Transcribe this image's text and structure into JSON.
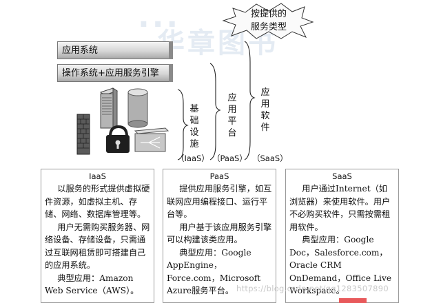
{
  "watermark": {
    "line1": "...",
    "line2": "华章图书"
  },
  "top_label": {
    "line1": "按提供的",
    "line2": "服务类型"
  },
  "layers": {
    "app_system": "应用系统",
    "os_engine": "操作系统+应用服务引擎"
  },
  "vertical_labels": {
    "infra": [
      "基",
      "础",
      "设",
      "施"
    ],
    "platform": [
      "应",
      "用",
      "平",
      "台"
    ],
    "software": [
      "应",
      "用",
      "软",
      "件"
    ]
  },
  "brace_labels": {
    "iaas": "（IaaS）",
    "paas": "（PaaS）",
    "saas": "（SaaS）"
  },
  "boxes": [
    {
      "title": "IaaS",
      "paragraphs": [
        "以服务的形式提供虚拟硬件资源，如虚拟主机、存储、网络、数据库管理等。",
        "用户无需购买服务器、网络设备、存储设备，只需通过互联网租赁即可搭建自己的应用系统。",
        "典型应用：Amazon Web Service（AWS）。"
      ]
    },
    {
      "title": "PaaS",
      "paragraphs": [
        "提供应用服务引擎，如互联网应用编程接口、运行平台等。",
        "用户基于该应用服务引擎可以构建该类应用。",
        "典型应用：Google AppEngine，Force.com，Microsoft Azure服务平台。"
      ]
    },
    {
      "title": "SaaS",
      "paragraphs": [
        "用户通过Internet（如浏览器）来使用软件。用户不必购买软件，只需按需租用软件。",
        "典型应用：Google Doc，Salesforce.com，Oracle CRM OnDemand，Office Live Workspace。"
      ]
    }
  ],
  "source_url": "https://blog.csdn.net/qq1283507890",
  "icons": [
    "firewall-icon",
    "server-icon",
    "database-icon",
    "lock-icon",
    "network-switch-icon"
  ]
}
